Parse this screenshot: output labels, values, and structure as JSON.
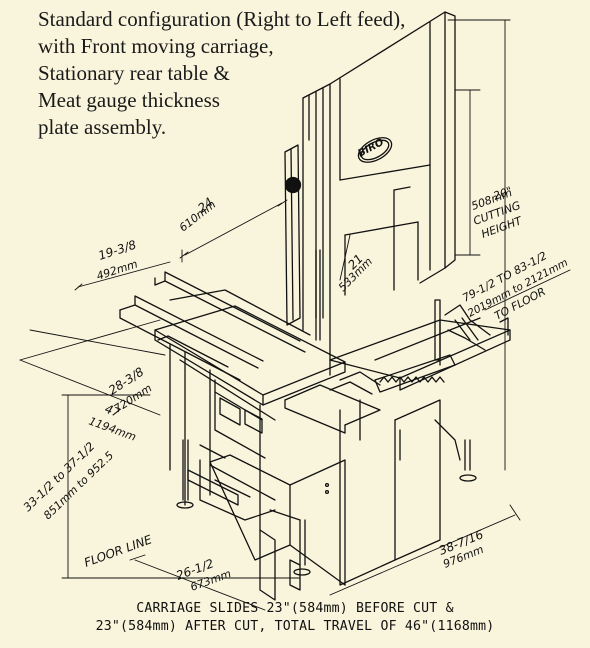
{
  "caption": {
    "line1": "Standard configuration (Right to Left feed),",
    "line2": "with Front moving carriage,",
    "line3": "Stationary rear table &",
    "line4": "Meat gauge thickness",
    "line5": "plate assembly."
  },
  "logo": "BIRO",
  "dimensions": {
    "d24_in": "24",
    "d24_mm": "610mm",
    "d19_in": "19-3/8",
    "d19_mm": "492mm",
    "cut_in": "20\"",
    "cut_mm": "508mm",
    "cut_l1": "CUTTING",
    "cut_l2": "HEIGHT",
    "d21_in": "21",
    "d21_mm": "533mm",
    "floor_in": "79-1/2 TO 83-1/2",
    "floor_mm": "2019mm to 2121mm",
    "floor_lbl": "TO FLOOR",
    "d28_in": "28-3/8",
    "d28_mm": "720mm",
    "d47_in": "47",
    "d47_mm": "1194mm",
    "d33_in": "33-1/2 to 37-1/2",
    "d33_mm": "851mm to 952.5",
    "floor_line": "FLOOR LINE",
    "d26_in": "26-1/2",
    "d26_mm": "673mm",
    "d38_in": "38-7/16",
    "d38_mm": "976mm"
  },
  "footnote": {
    "line1": "CARRIAGE SLIDES 23\"(584mm) BEFORE CUT &",
    "line2": "23\"(584mm) AFTER CUT, TOTAL TRAVEL OF 46\"(1168mm)"
  }
}
